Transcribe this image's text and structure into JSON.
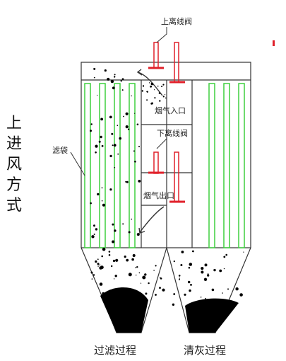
{
  "title_vertical": [
    "上",
    "进",
    "风",
    "方",
    "式"
  ],
  "labels": {
    "upper_valve": "上离线阀",
    "lower_valve": "下离线阀",
    "flue_inlet": "烟气入口",
    "flue_outlet": "烟气出口",
    "filter_bag": "滤袋",
    "filtering_process": "过滤过程",
    "ash_cleaning_process": "清灰过程"
  },
  "colors": {
    "bag_green": "#3ecf3e",
    "valve_red": "#e0202a",
    "outline": "#333333",
    "dust": "#000000"
  }
}
